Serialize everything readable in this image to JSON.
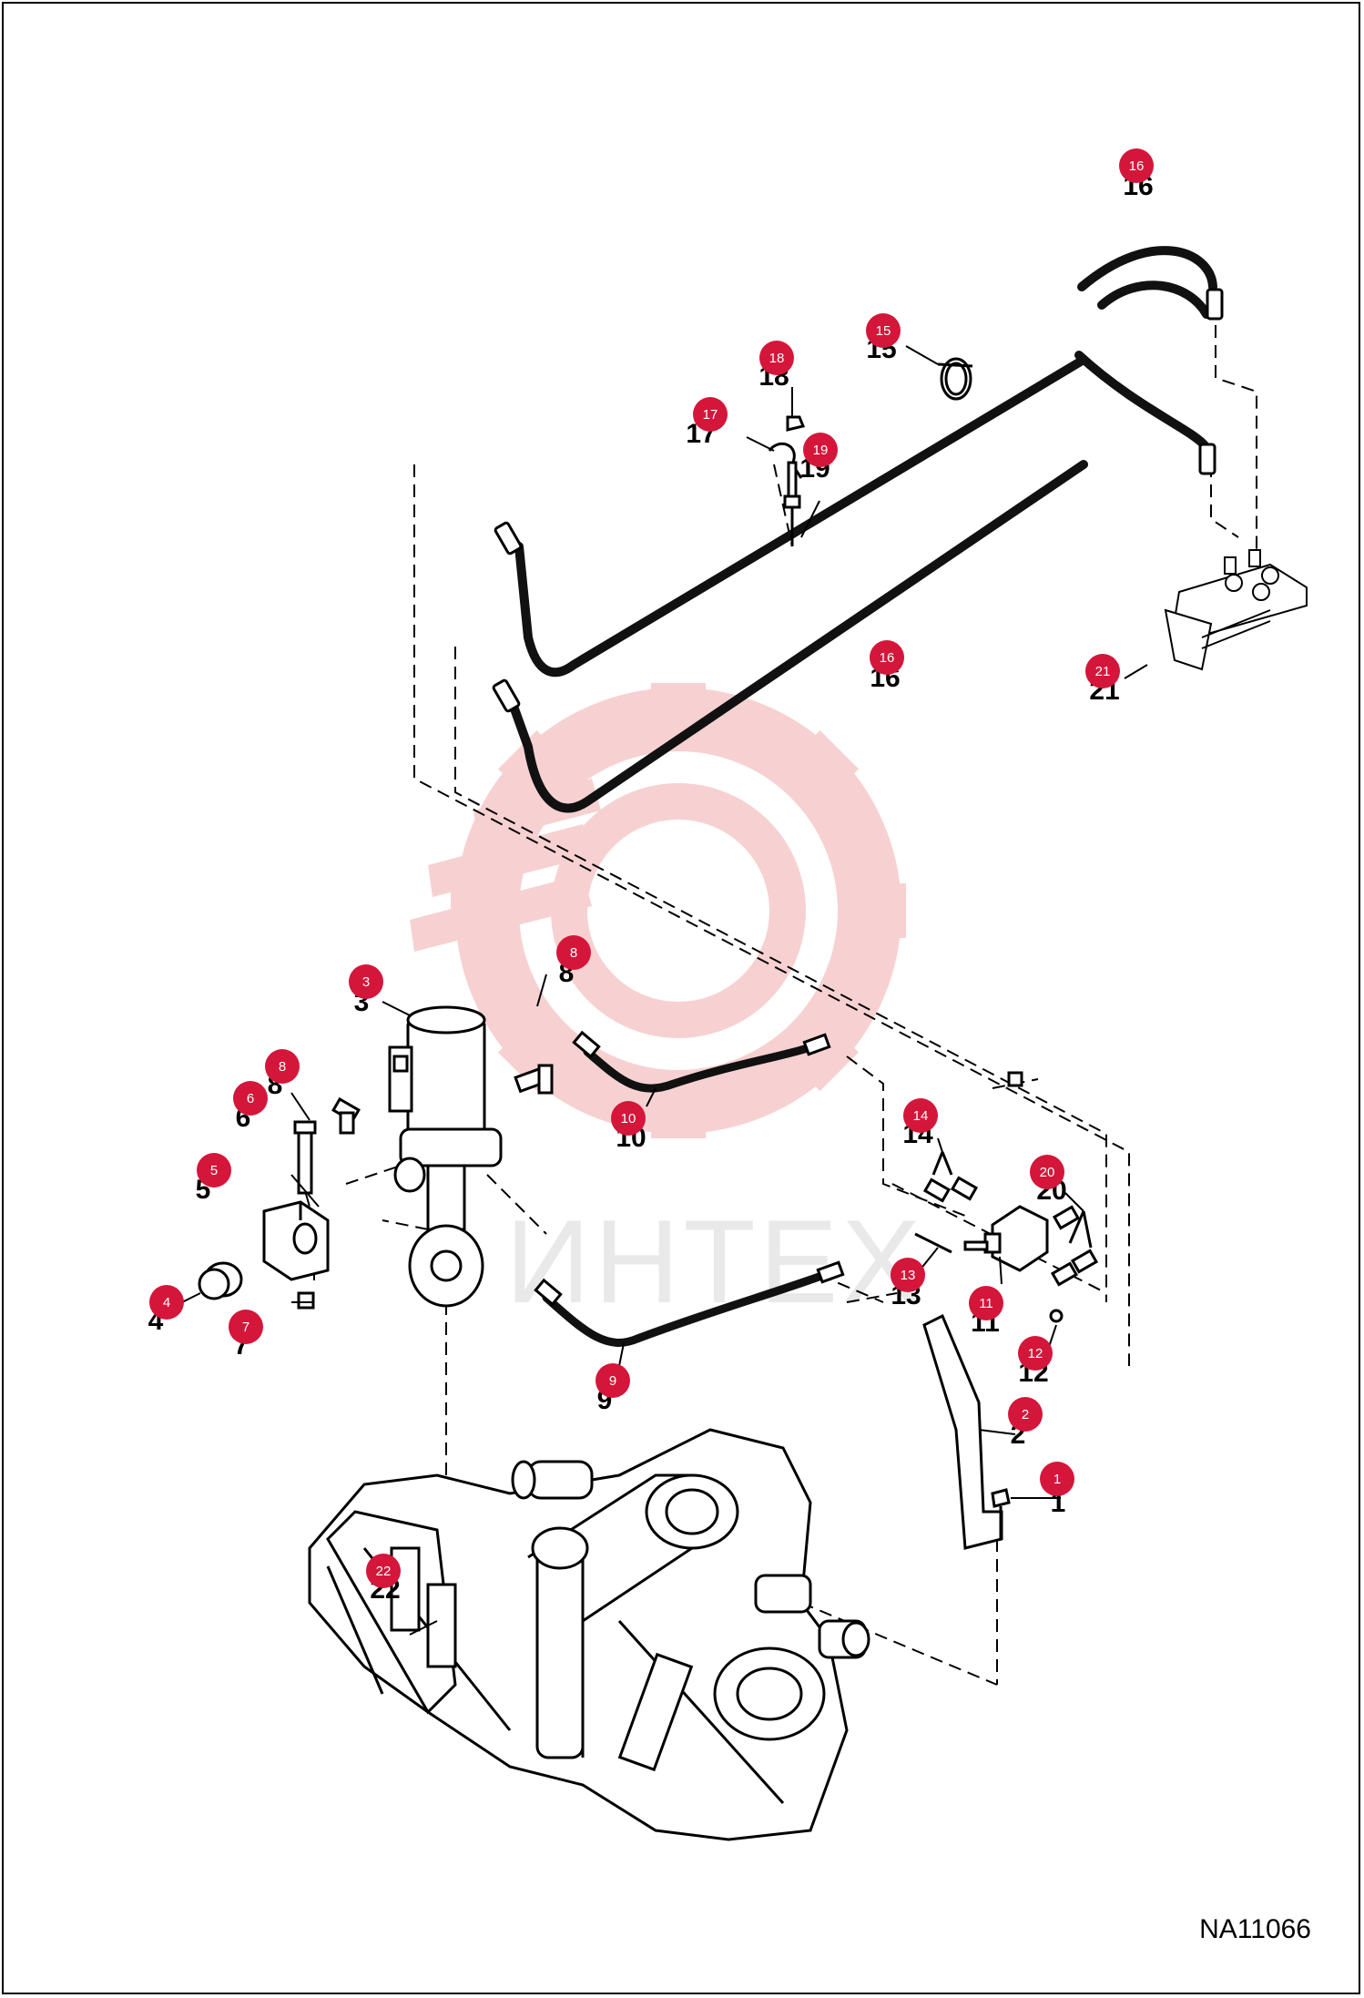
{
  "drawing_code": "NA11066",
  "watermark_text": "ИНТЕХ",
  "badge_color": "#d4163a",
  "hose_color": "#111111",
  "watermark_color": "#f6c9c9",
  "parts": [
    {
      "num": "1",
      "label": "1"
    },
    {
      "num": "2",
      "label": "2"
    },
    {
      "num": "3",
      "label": "3"
    },
    {
      "num": "4",
      "label": "4"
    },
    {
      "num": "5",
      "label": "5"
    },
    {
      "num": "6",
      "label": "6"
    },
    {
      "num": "7",
      "label": "7"
    },
    {
      "num": "8",
      "label": "8"
    },
    {
      "num": "8",
      "label": "8"
    },
    {
      "num": "9",
      "label": "9"
    },
    {
      "num": "10",
      "label": "10"
    },
    {
      "num": "11",
      "label": "11"
    },
    {
      "num": "12",
      "label": "12"
    },
    {
      "num": "13",
      "label": "13"
    },
    {
      "num": "14",
      "label": "14"
    },
    {
      "num": "15",
      "label": "15"
    },
    {
      "num": "16",
      "label": "16"
    },
    {
      "num": "16",
      "label": "16"
    },
    {
      "num": "17",
      "label": "17"
    },
    {
      "num": "18",
      "label": "18"
    },
    {
      "num": "19",
      "label": "19"
    },
    {
      "num": "20",
      "label": "20"
    },
    {
      "num": "21",
      "label": "21"
    },
    {
      "num": "22",
      "label": "22"
    }
  ]
}
